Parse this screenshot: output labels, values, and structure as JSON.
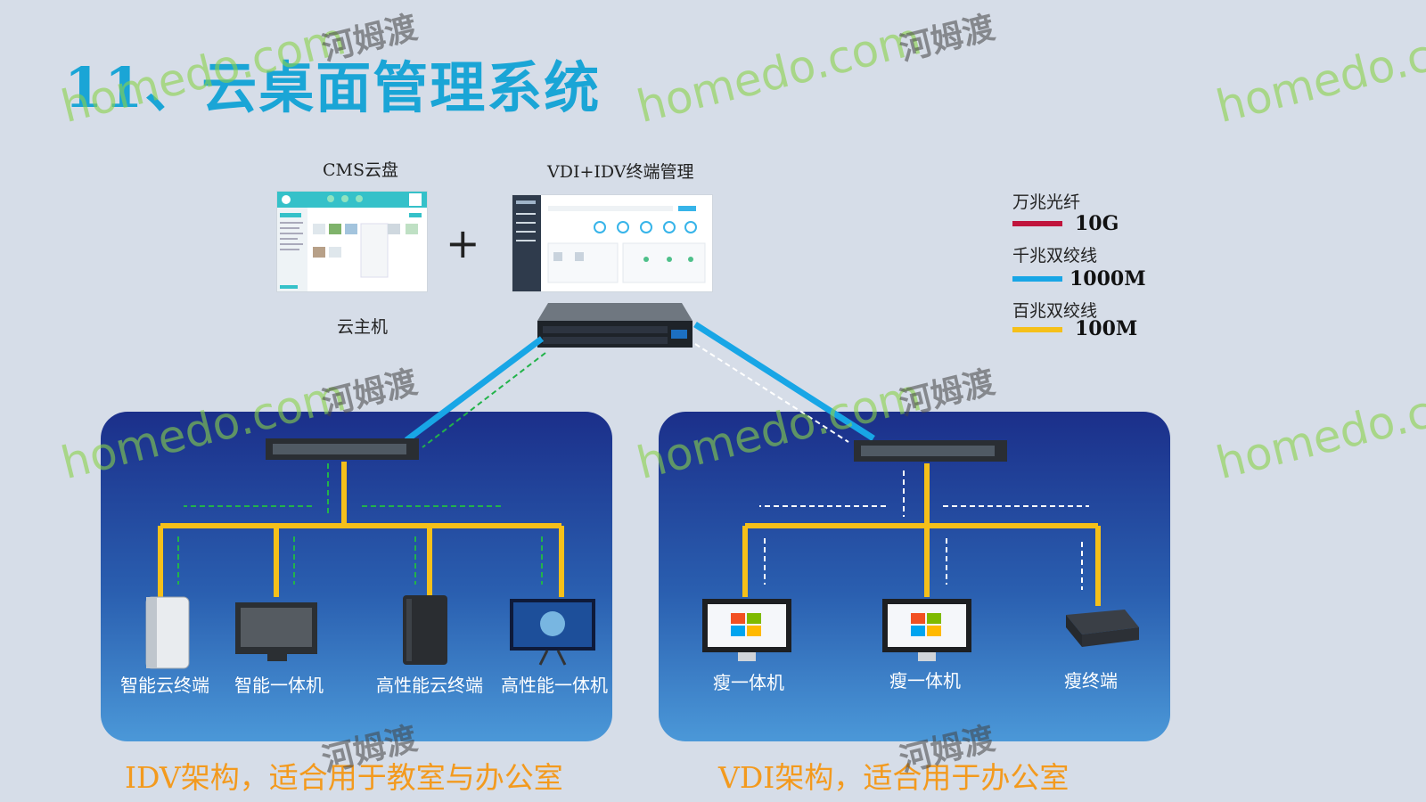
{
  "title": "11、云桌面管理系统",
  "top": {
    "cms_label": "CMS云盘",
    "vdi_idv_label": "VDI+IDV终端管理",
    "cloud_host_label": "云主机",
    "plus": "+"
  },
  "legend": {
    "items": [
      {
        "title": "万兆光纤",
        "value": "10G",
        "color": "#c0143c"
      },
      {
        "title": "千兆双绞线",
        "value": "1000M",
        "color": "#18a6e6"
      },
      {
        "title": "百兆双绞线",
        "value": "100M",
        "color": "#f5c01a"
      }
    ]
  },
  "idv": {
    "devices": [
      "智能云终端",
      "智能一体机",
      "高性能云终端",
      "高性能一体机"
    ],
    "caption": "IDV架构，适合用于教室与办公室"
  },
  "vdi": {
    "devices": [
      "瘦一体机",
      "瘦一体机",
      "瘦终端"
    ],
    "caption": "VDI架构，适合用于办公室"
  },
  "watermark": {
    "text": "homedo.com",
    "cn": "河姆渡"
  },
  "colors": {
    "title": "#1aa5d6",
    "caption": "#f39a1e",
    "panel_top": "#1b2f8a",
    "panel_bottom": "#4b98d8"
  }
}
